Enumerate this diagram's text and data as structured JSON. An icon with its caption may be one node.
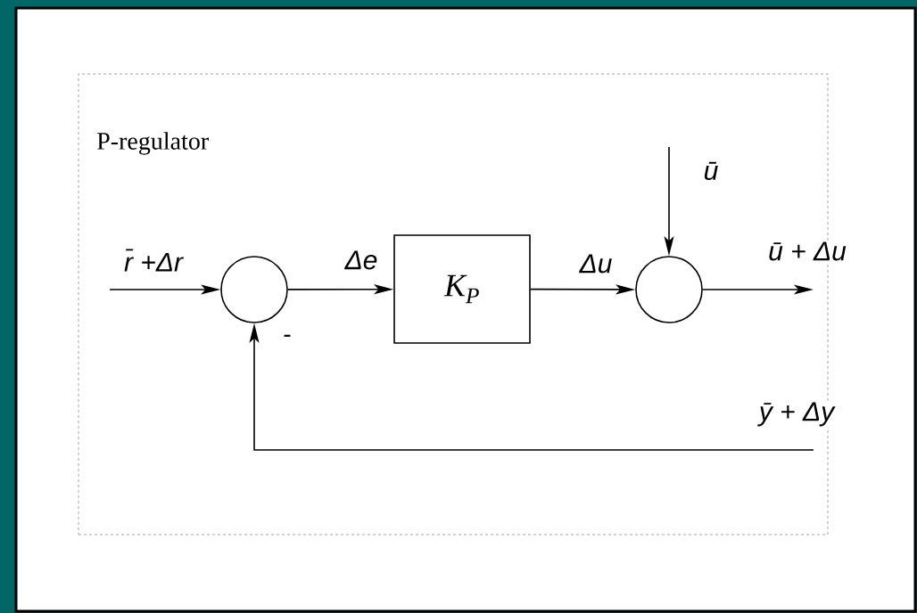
{
  "diagram": {
    "nodes": [
      {
        "text": [
          "P-regulator"
        ]
      },
      {
        "text": [],
        "shape": "circle",
        "in": 0,
        "beside": [
          "-"
        ]
      },
      {
        "text": [
          "K$_{P}$"
        ],
        "in": 0
      },
      {
        "text": [],
        "shape": "circle",
        "in": 0
      }
    ],
    "edges": [
      {
        "from": null,
        "to": 1,
        "arrow": "to",
        "label": "r̄ +Δr"
      },
      {
        "from": 1,
        "to": 2,
        "arrow": "to",
        "label": "Δe"
      },
      {
        "from": 2,
        "to": 3,
        "arrow": "to",
        "label": "Δu"
      },
      {
        "from": null,
        "to": 3,
        "arrow": "to",
        "label": "ū"
      },
      {
        "from": 3,
        "to": null,
        "arrow": "to",
        "label": "ū + Δu"
      },
      {
        "from": null,
        "to": 1,
        "arrow": "to",
        "label": "ȳ + Δy"
      }
    ]
  }
}
